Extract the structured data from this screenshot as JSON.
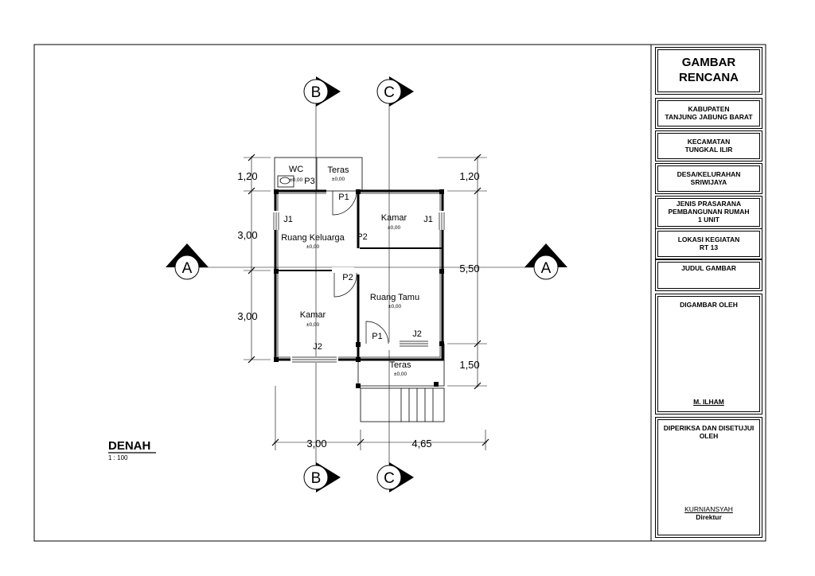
{
  "plan": {
    "title": "DENAH",
    "scale": "1 : 100",
    "grid_labels": {
      "b": "B",
      "c": "C",
      "a": "A"
    },
    "rooms": {
      "wc": "WC",
      "teras_top": "Teras",
      "kamar_right": "Kamar",
      "ruang_keluarga": "Ruang Keluarga",
      "kamar_left": "Kamar",
      "ruang_tamu": "Ruang Tamu",
      "teras_bottom": "Teras"
    },
    "level": "±0,00",
    "openings": {
      "p1": "P1",
      "p2": "P2",
      "p3": "P3",
      "j1": "J1",
      "j2": "J2"
    },
    "dimensions": {
      "left": [
        "1,20",
        "3,00",
        "3,00"
      ],
      "right": [
        "1,20",
        "5,50",
        "1,50"
      ],
      "bottom": [
        "3,00",
        "4,65"
      ]
    }
  },
  "title_block": {
    "heading_line1": "GAMBAR",
    "heading_line2": "RENCANA",
    "kabupaten_l1": "KABUPATEN",
    "kabupaten_l2": "TANJUNG JABUNG BARAT",
    "kecamatan_l1": "KECAMATAN",
    "kecamatan_l2": "TUNGKAL ILIR",
    "desa_l1": "DESA/KELURAHAN",
    "desa_l2": "SRIWIJAYA",
    "jenis_l1": "JENIS PRASARANA",
    "jenis_l2": "PEMBANGUNAN RUMAH",
    "jenis_l3": "1 UNIT",
    "lokasi_l1": "LOKASI KEGIATAN",
    "lokasi_l2": "RT 13",
    "judul": "JUDUL GAMBAR",
    "digambar": "DIGAMBAR OLEH",
    "digambar_name": "M. ILHAM",
    "diperiksa": "DIPERIKSA DAN DISETUJUI OLEH",
    "diperiksa_name": "KURNIANSYAH",
    "diperiksa_role": "Direktur"
  }
}
